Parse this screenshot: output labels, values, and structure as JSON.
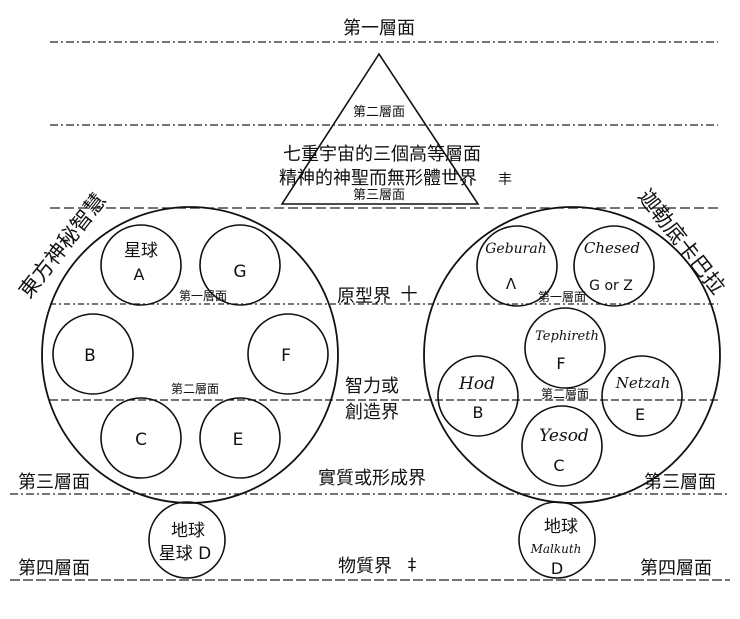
{
  "planes": {
    "first": "第一層面",
    "second": "第二層面",
    "third": "第三層面",
    "fourth": "第四層面"
  },
  "triangle": {
    "line1": "七重宇宙的三個高等層面",
    "line2": "精神的神聖而無形體世界",
    "line2_mark": "丰"
  },
  "world_labels": {
    "archetypal": "原型界",
    "archetypal_mark": "十",
    "intellectual_1": "智力或",
    "intellectual_2": "創造界",
    "formative": "實質或形成界",
    "material": "物質界",
    "material_mark": "‡"
  },
  "left_system": {
    "title": "東方神秘智慧",
    "inner_planes": {
      "upper": "第一層面",
      "lower": "第二層面"
    },
    "globes": {
      "a_top": "星球",
      "a": "A",
      "g": "G",
      "b": "B",
      "f": "F",
      "c": "C",
      "e": "E"
    },
    "earth": {
      "line1": "地球",
      "line2": "星球 D"
    }
  },
  "right_system": {
    "title": "迦勒底卡巴拉",
    "inner_planes": {
      "upper": "第一層面",
      "lower": "第二層面"
    },
    "globes": {
      "geburah": "Geburah",
      "geburah_letter": "Λ",
      "chesed": "Chesed",
      "chesed_letter": "G or Z",
      "tephireth": "Tephireth",
      "tephireth_letter": "F",
      "hod": "Hod",
      "hod_letter": "B",
      "netzah": "Netzah",
      "netzah_letter": "E",
      "yesod": "Yesod",
      "yesod_letter": "C"
    },
    "earth": {
      "line1": "地球",
      "line2": "Malkuth",
      "line3": "D"
    }
  }
}
